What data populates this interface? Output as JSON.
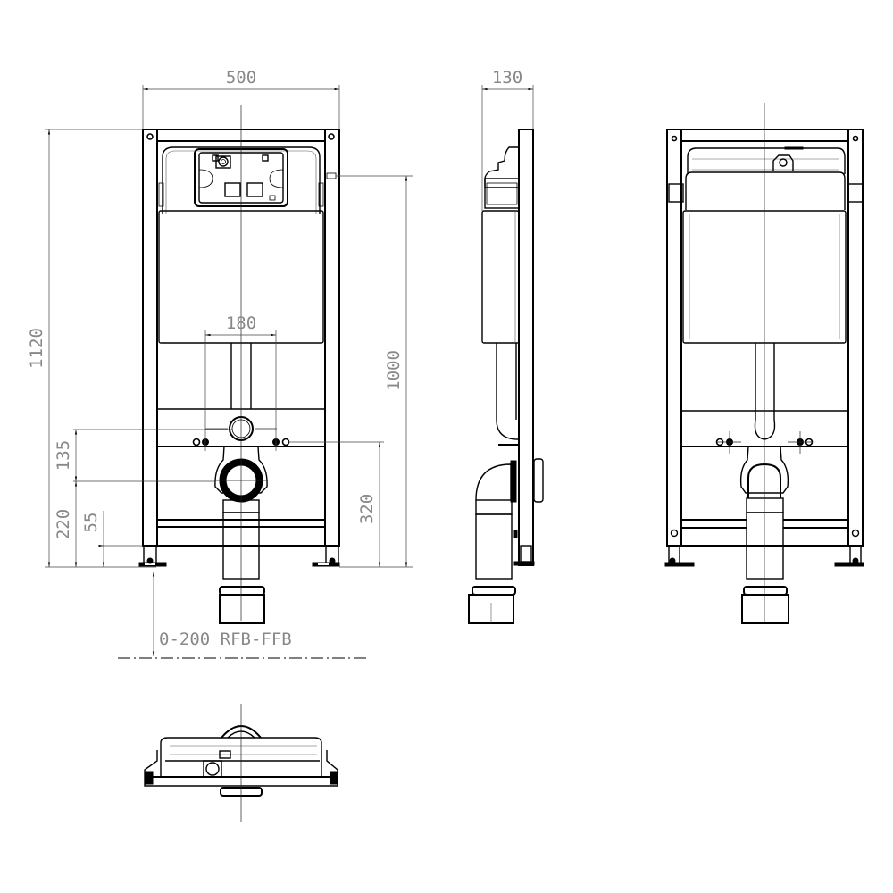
{
  "drawing": {
    "title": "Concealed WC cistern installation frame",
    "views": [
      "front-view",
      "side-view",
      "rear-view",
      "top-view"
    ],
    "colors": {
      "line": "#000000",
      "dimension_text": "#888888",
      "background": "#ffffff"
    }
  },
  "front_view": {
    "dimensions": {
      "width": "500",
      "total_height": "1120",
      "flush_height": "1000",
      "fixing_distance": "180",
      "fixing_height_offset": "135",
      "drain_height": "220",
      "foot_height": "55",
      "supply_height": "320"
    },
    "floor_note": "0-200 RFB-FFB"
  },
  "side_view": {
    "dimensions": {
      "depth": "130"
    }
  }
}
